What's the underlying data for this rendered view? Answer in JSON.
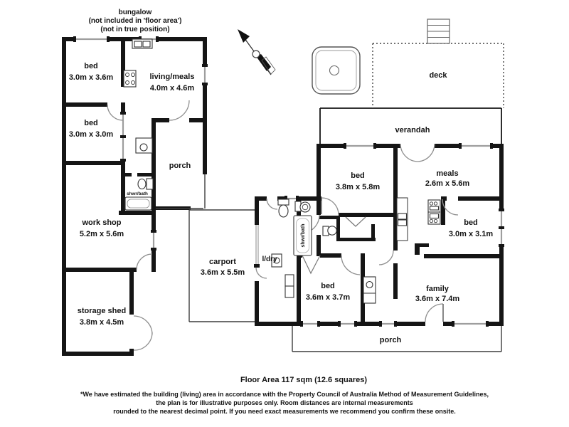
{
  "annotation": {
    "line1": "bungalow",
    "line2": "(not included in 'floor area')",
    "line3": "(not in true position)"
  },
  "rooms": {
    "bungalow_bed1": {
      "name": "bed",
      "dims": "3.0m x 3.6m"
    },
    "bungalow_living": {
      "name": "living/meals",
      "dims": "4.0m x 4.6m"
    },
    "bungalow_bed2": {
      "name": "bed",
      "dims": "3.0m x 3.0m"
    },
    "bungalow_porch": {
      "name": "porch"
    },
    "bungalow_bath": {
      "name": "shwr/bath"
    },
    "workshop": {
      "name": "work shop",
      "dims": "5.2m x 5.6m"
    },
    "storage_shed": {
      "name": "storage shed",
      "dims": "3.8m x 4.5m"
    },
    "carport": {
      "name": "carport",
      "dims": "3.6m x 5.5m"
    },
    "laundry": {
      "name": "l/dry"
    },
    "main_bath": {
      "name": "shwr/bath"
    },
    "main_bed1": {
      "name": "bed",
      "dims": "3.8m x 5.8m"
    },
    "meals": {
      "name": "meals",
      "dims": "2.6m x 5.6m"
    },
    "main_bed2": {
      "name": "bed",
      "dims": "3.0m x 3.1m"
    },
    "main_bed3": {
      "name": "bed",
      "dims": "3.6m x 3.7m"
    },
    "family": {
      "name": "family",
      "dims": "3.6m x 7.4m"
    },
    "verandah": {
      "name": "verandah"
    },
    "deck": {
      "name": "deck"
    },
    "main_porch": {
      "name": "porch"
    }
  },
  "footer": {
    "floor_area": "Floor Area 117 sqm (12.6 squares)",
    "disclaimer_line1": "*We have estimated the building (living) area in accordance with the Property Council of Australia Method of Measurement Guidelines,",
    "disclaimer_line2": "the plan is for illustrative purposes only. Room distances are internal measurements",
    "disclaimer_line3": "rounded to the nearest decimal point. If you need exact measurements we recommend you confirm these onsite."
  },
  "colors": {
    "walls": "#151515",
    "background": "#ffffff",
    "window": "#9e9e9e",
    "door_arc": "#8f8f8f"
  }
}
